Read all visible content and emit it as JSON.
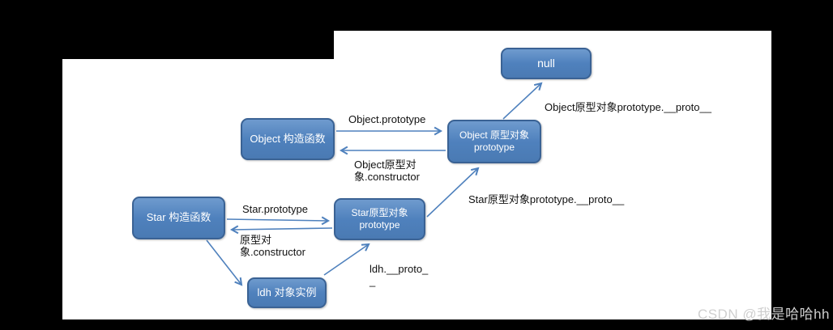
{
  "diagram": {
    "nodes": {
      "null_node": {
        "label": "null"
      },
      "object_constructor": {
        "label": "Object 构造函数"
      },
      "object_prototype": {
        "label": "Object 原型对象\nprototype"
      },
      "star_constructor": {
        "label": "Star 构造函数"
      },
      "star_prototype": {
        "label": "Star原型对象\nprototype"
      },
      "ldh_instance": {
        "label": "ldh 对象实例"
      }
    },
    "edge_labels": {
      "object_prototype_link": "Object.prototype",
      "object_constructor_link": "Object原型对\n象.constructor",
      "object_proto_chain": "Object原型对象prototype.__proto__",
      "star_prototype_link": "Star.prototype",
      "star_constructor_link": "原型对\n象.constructor",
      "star_proto_chain": "Star原型对象prototype.__proto__",
      "ldh_proto_chain": "ldh.__proto_\n_"
    },
    "colors": {
      "page_background": "#000000",
      "slide_background": "#ffffff",
      "node_fill": "#4f81bd",
      "node_border": "#3a6294",
      "node_text": "#ffffff",
      "arrow": "#4f81bd",
      "label_text": "#111111",
      "watermark_text": "#cfcfcf"
    }
  },
  "watermark": "CSDN @我是哈哈hh"
}
